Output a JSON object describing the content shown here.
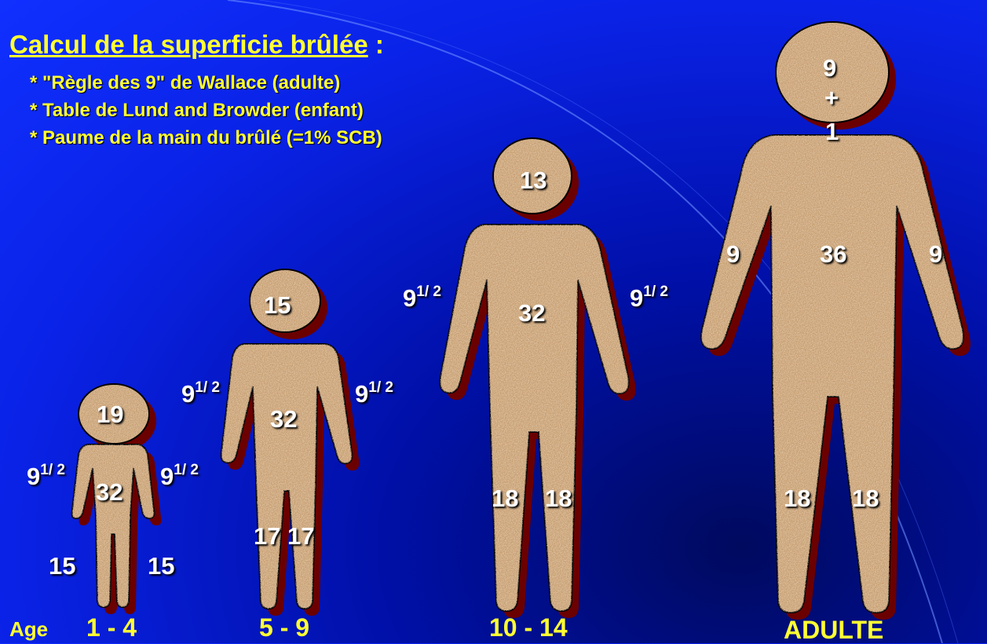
{
  "title": "Calcul de la superficie brûlée",
  "title_suffix": " :",
  "bullets": [
    "* \"Règle des 9\" de Wallace (adulte)",
    "* Table de Lund and Browder (enfant)",
    "* Paume de la main du brûlé (=1% SCB)"
  ],
  "age_label": "Age",
  "figures": [
    {
      "id": "1-4",
      "age": "1 - 4",
      "head": "19",
      "trunk": "32",
      "arm_left": "9",
      "arm_left_frac": "1/ 2",
      "arm_right": "9",
      "arm_right_frac": "1/ 2",
      "leg_left": "15",
      "leg_right": "15"
    },
    {
      "id": "5-9",
      "age": "5 - 9",
      "head": "15",
      "trunk": "32",
      "arm_left": "9",
      "arm_left_frac": "1/ 2",
      "arm_right": "9",
      "arm_right_frac": "1/ 2",
      "leg_left": "17",
      "leg_right": "17"
    },
    {
      "id": "10-14",
      "age": "10 - 14",
      "head": "13",
      "trunk": "32",
      "arm_left": "9",
      "arm_left_frac": "1/ 2",
      "arm_right": "9",
      "arm_right_frac": "1/ 2",
      "leg_left": "18",
      "leg_right": "18"
    },
    {
      "id": "adulte",
      "age": "ADULTE",
      "head_top": "9",
      "head_plus": "+",
      "head_bottom": "1",
      "trunk": "36",
      "arm_left": "9",
      "arm_right": "9",
      "leg_left": "18",
      "leg_right": "18"
    }
  ],
  "colors": {
    "background": "#0a22e6",
    "title": "#ffff33",
    "figure_fill": "#c49a6c",
    "figure_shadow": "#6b0000",
    "label": "#ffffff"
  }
}
